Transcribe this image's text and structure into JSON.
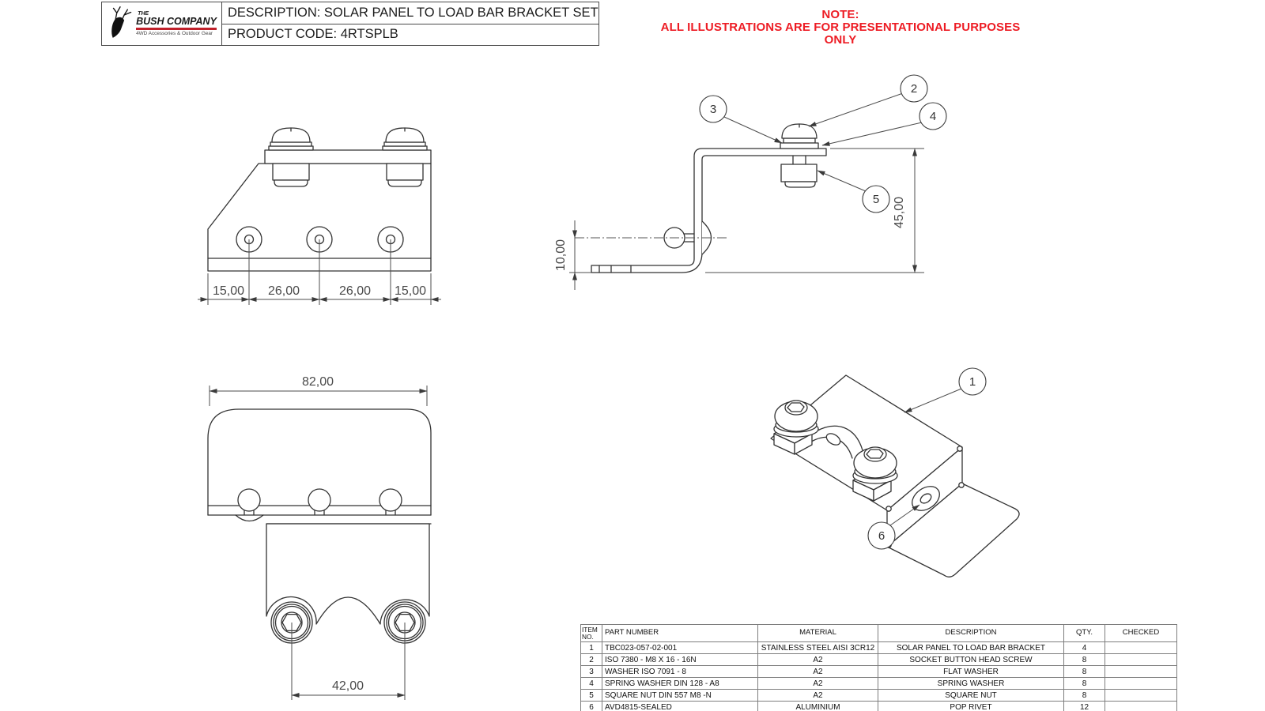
{
  "title_block": {
    "brand_the": "THE",
    "brand_name": "BUSH COMPANY",
    "brand_tagline": "4WD Accessories & Outdoor Gear",
    "description_line": "DESCRIPTION: SOLAR PANEL TO LOAD BAR BRACKET SET",
    "product_code_line": "PRODUCT CODE: 4RTSPLB",
    "brand_bar_color": "#c0212b"
  },
  "note": {
    "line1": "NOTE:",
    "line2": "ALL ILLUSTRATIONS ARE FOR PRESENTATIONAL PURPOSES ONLY",
    "color": "#ed1c24"
  },
  "dims": {
    "front": [
      "15,00",
      "26,00",
      "26,00",
      "15,00"
    ],
    "side_height": "45,00",
    "side_flange": "10,00",
    "top_width": "82,00",
    "top_hole_spacing": "42,00"
  },
  "balloons": {
    "b1": "1",
    "b2": "2",
    "b3": "3",
    "b4": "4",
    "b5": "5",
    "b6": "6"
  },
  "bom": {
    "headers": [
      "ITEM NO.",
      "PART NUMBER",
      "MATERIAL",
      "DESCRIPTION",
      "QTY.",
      "CHECKED"
    ],
    "rows": [
      [
        "1",
        "TBC023-057-02-001",
        "STAINLESS STEEL AISI 3CR12",
        "SOLAR PANEL TO LOAD BAR BRACKET",
        "4",
        ""
      ],
      [
        "2",
        "ISO 7380 - M8 X 16 - 16N",
        "A2",
        "SOCKET BUTTON HEAD SCREW",
        "8",
        ""
      ],
      [
        "3",
        "WASHER ISO 7091 - 8",
        "A2",
        "FLAT WASHER",
        "8",
        ""
      ],
      [
        "4",
        "SPRING WASHER DIN 128 - A8",
        "A2",
        "SPRING WASHER",
        "8",
        ""
      ],
      [
        "5",
        "SQUARE NUT DIN 557 M8 -N",
        "A2",
        "SQUARE NUT",
        "8",
        ""
      ],
      [
        "6",
        "AVD4815-SEALED",
        "ALUMINIUM",
        "POP RIVET",
        "12",
        ""
      ]
    ]
  }
}
